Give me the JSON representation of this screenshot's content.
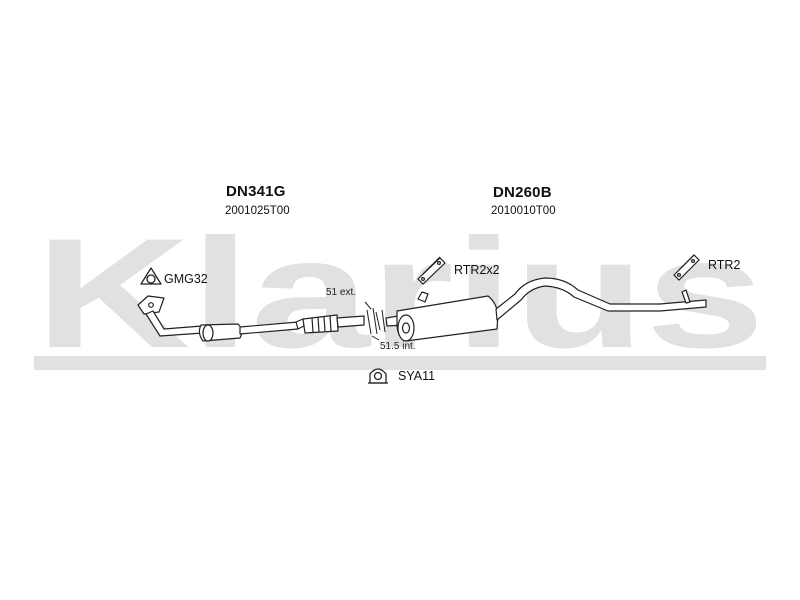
{
  "watermark": {
    "text": "Klarius",
    "color": "#e1e1e1"
  },
  "parts": {
    "front": {
      "code": "DN341G",
      "number": "2001025T00"
    },
    "rear": {
      "code": "DN260B",
      "number": "2010010T00"
    }
  },
  "accessories": {
    "gasket": "GMG32",
    "rubber_pair": "RTR2x2",
    "rubber_single": "RTR2",
    "clamp": "SYA11"
  },
  "dimensions": {
    "outer": "51 ext.",
    "inner": "51.5 int."
  },
  "icons": {
    "gasket": "gasket-icon",
    "rubber_pair": "rubber-hanger-icon",
    "rubber_single": "rubber-hanger-icon",
    "clamp": "clamp-icon"
  },
  "colors": {
    "line": "#222222",
    "watermark": "#e1e1e1"
  }
}
